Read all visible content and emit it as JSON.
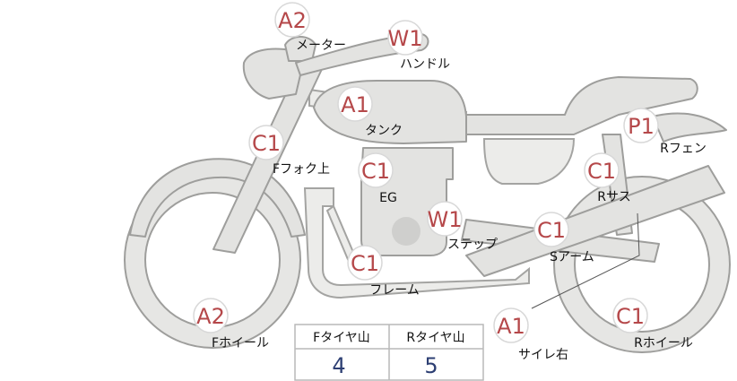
{
  "markers": [
    {
      "id": "meter",
      "grade": "A2",
      "label": "メーター"
    },
    {
      "id": "handle",
      "grade": "W1",
      "label": "ハンドル"
    },
    {
      "id": "tank",
      "grade": "A1",
      "label": "タンク"
    },
    {
      "id": "f-fork",
      "grade": "C1",
      "label": "Fフォク上"
    },
    {
      "id": "eg",
      "grade": "C1",
      "label": "EG"
    },
    {
      "id": "step",
      "grade": "W1",
      "label": "ステップ"
    },
    {
      "id": "frame",
      "grade": "C1",
      "label": "フレーム"
    },
    {
      "id": "s-arm",
      "grade": "C1",
      "label": "Sアーム"
    },
    {
      "id": "r-fender",
      "grade": "P1",
      "label": "Rフェン"
    },
    {
      "id": "r-sus",
      "grade": "C1",
      "label": "Rサス"
    },
    {
      "id": "f-wheel",
      "grade": "A2",
      "label": "Fホイール"
    },
    {
      "id": "silencer-right",
      "grade": "A1",
      "label": "サイレ右"
    },
    {
      "id": "r-wheel",
      "grade": "C1",
      "label": "Rホイール"
    }
  ],
  "tire_table": {
    "headers": [
      "Fタイヤ山",
      "Rタイヤ山"
    ],
    "values": [
      "4",
      "5"
    ]
  }
}
